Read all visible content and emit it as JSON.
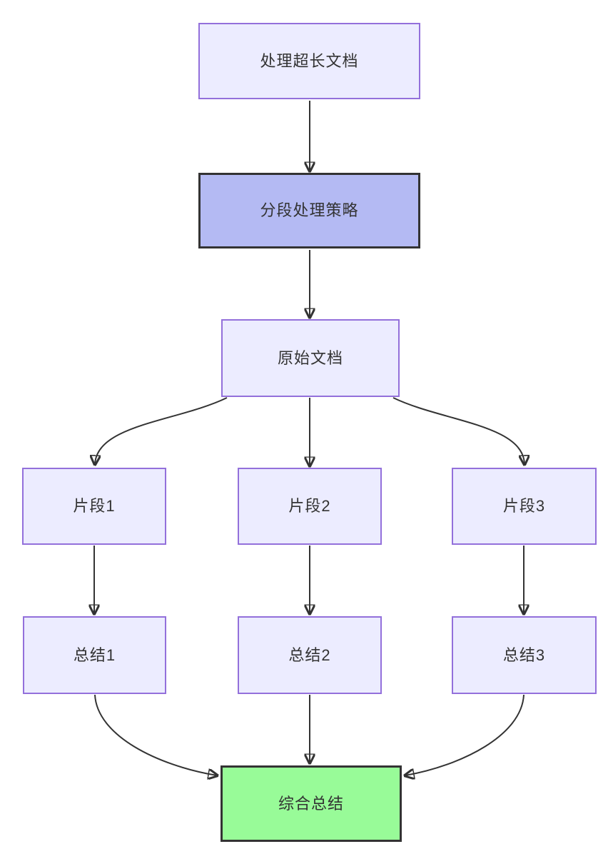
{
  "diagram": {
    "type": "flowchart",
    "direction": "top-down",
    "background_color": "#ffffff",
    "edge_color": "#333333",
    "colors": {
      "default_node_fill": "#ECECFF",
      "default_node_border": "#9370DB",
      "strategy_node_fill": "#B4BAF3",
      "strategy_node_border": "#333333",
      "result_node_fill": "#98FB98",
      "result_node_border": "#333333",
      "text_color": "#333333"
    },
    "nodes": [
      {
        "id": "A",
        "label": "处理超长文档",
        "style": "default"
      },
      {
        "id": "B",
        "label": "分段处理策略",
        "style": "strategy"
      },
      {
        "id": "C",
        "label": "原始文档",
        "style": "default"
      },
      {
        "id": "D",
        "label": "片段1",
        "style": "default"
      },
      {
        "id": "E",
        "label": "片段2",
        "style": "default"
      },
      {
        "id": "F",
        "label": "片段3",
        "style": "default"
      },
      {
        "id": "G",
        "label": "总结1",
        "style": "default"
      },
      {
        "id": "H",
        "label": "总结2",
        "style": "default"
      },
      {
        "id": "I",
        "label": "总结3",
        "style": "default"
      },
      {
        "id": "J",
        "label": "综合总结",
        "style": "result"
      }
    ],
    "edges": [
      {
        "from": "处理超长文档",
        "to": "分段处理策略"
      },
      {
        "from": "分段处理策略",
        "to": "原始文档"
      },
      {
        "from": "原始文档",
        "to": "片段1"
      },
      {
        "from": "原始文档",
        "to": "片段2"
      },
      {
        "from": "原始文档",
        "to": "片段3"
      },
      {
        "from": "片段1",
        "to": "总结1"
      },
      {
        "from": "片段2",
        "to": "总结2"
      },
      {
        "from": "片段3",
        "to": "总结3"
      },
      {
        "from": "总结1",
        "to": "综合总结"
      },
      {
        "from": "总结2",
        "to": "综合总结"
      },
      {
        "from": "总结3",
        "to": "综合总结"
      }
    ]
  }
}
